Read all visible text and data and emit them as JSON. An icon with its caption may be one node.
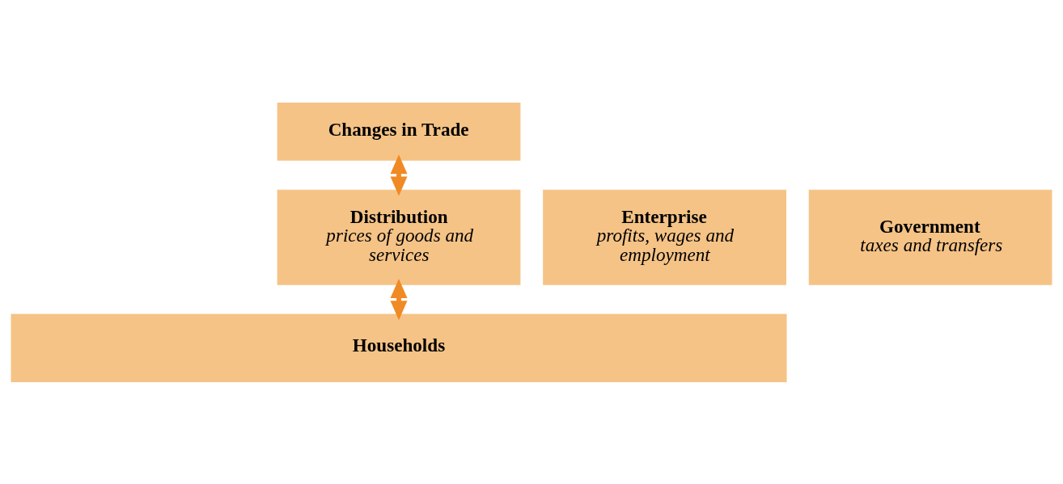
{
  "diagram": {
    "nodes": [
      {
        "text": [
          "Changes in Trade"
        ]
      },
      {
        "text": [
          "Enterprise",
          "profits, wages and employment"
        ]
      },
      {
        "text": [
          "Distribution",
          "prices of goods and services"
        ]
      },
      {
        "text": [
          "Government",
          "taxes and transfers"
        ]
      },
      {
        "text": [
          "Households"
        ]
      }
    ],
    "edges": [
      {
        "from": 0,
        "to": 2,
        "arrow": "both"
      },
      {
        "from": 2,
        "to": 4,
        "arrow": "both"
      }
    ]
  }
}
